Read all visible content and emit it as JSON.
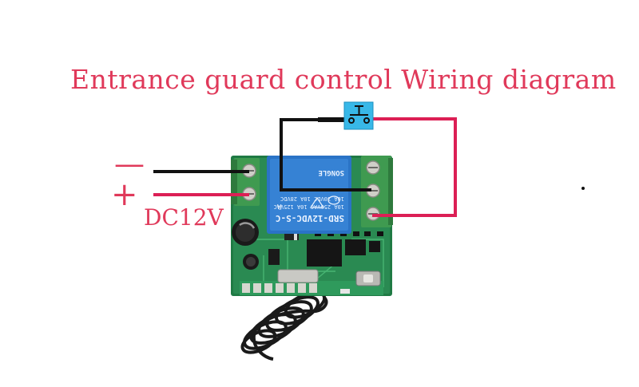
{
  "title": "Entrance guard control Wiring diagram",
  "power": {
    "negative_label": "—",
    "positive_label": "+",
    "voltage_label": "DC12V"
  },
  "relay": {
    "line1": "SRD-12VDC-S-C",
    "line2": "10A 250VAC  10A 125VAC",
    "line3": "10A 30VDC   10A 28VDC",
    "brand": "SONGLE"
  },
  "colors": {
    "title": "#e0395a",
    "wire_red": "#dc1f55",
    "wire_black": "#111111",
    "relay_blue": "#2a73c6",
    "terminal_green": "#3f9a50",
    "pcb_green": "#1f7a44",
    "switch_blue": "#38b8e8"
  }
}
